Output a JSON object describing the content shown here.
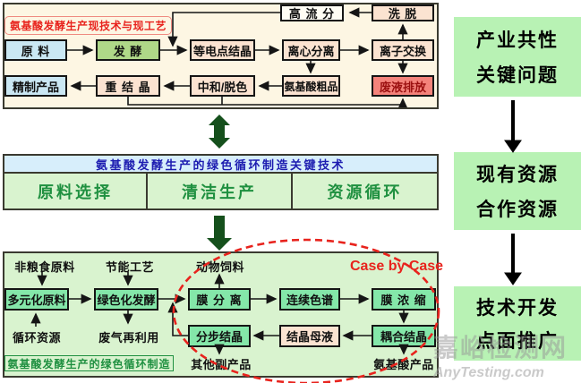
{
  "top_panel": {
    "title": "氨基酸发酵生产现技术与现工艺",
    "boxes": {
      "raw_material": "原  料",
      "fermentation": "发  酵",
      "isoelectric_crystallization": "等电点结晶",
      "centrifugal_separation": "离心分离",
      "ion_exchange": "离子交换",
      "high_flow_fraction": "高 流 分",
      "elution": "洗  脱",
      "refined_product": "精制产品",
      "recrystallization": "重 结 晶",
      "neutralization_decolor": "中和/脱色",
      "crude_amino_acid": "氨基酸粗品",
      "waste_liquid_discharge": "废液排放"
    }
  },
  "mid_panel": {
    "header": "氨基酸发酵生产的绿色循环制造关键技术",
    "cells": [
      "原料选择",
      "清洁生产",
      "资源循环"
    ]
  },
  "bottom_panel": {
    "caption": "氨基酸发酵生产的绿色循环制造",
    "case_label": "Case by Case",
    "labels": {
      "non_grain_raw": "非粮食原料",
      "energy_saving_process": "节能工艺",
      "animal_feed": "动物饲料",
      "recycled_resources": "循环资源",
      "waste_gas_reuse": "废气再利用",
      "other_byproducts": "其他副产品",
      "amino_acid_products": "氨基酸产品"
    },
    "boxes": {
      "diversified_raw": "多元化原料",
      "green_fermentation": "绿色化发酵",
      "membrane_separation": "膜 分 离",
      "continuous_chromatography": "连续色谱",
      "membrane_concentration": "膜 浓 缩",
      "fractional_crystallization": "分步结晶",
      "crystallization_mother_liquor": "结晶母液",
      "coupled_crystallization": "耦合结晶"
    }
  },
  "right_column": {
    "items": [
      {
        "line1": "产业共性",
        "line2": "关键问题"
      },
      {
        "line1": "现有资源",
        "line2": "合作资源"
      },
      {
        "line1": "技术开发",
        "line2": "点面推广"
      }
    ]
  },
  "watermark": {
    "line1": "嘉峪检测网",
    "line2": "AnyTesting.com"
  },
  "colors": {
    "top_panel_bg": "#fdf6e3",
    "blue_box": "#cae7f3",
    "fermentation_green": "#afd888",
    "pink_box": "#fbe3d1",
    "waste_red_box": "#f4837b",
    "mint_box": "#84e7a9",
    "light_green_bg": "#d9f3cf",
    "light_blue_header": "#d7eefb",
    "header_text_blue": "#1c1cb0",
    "green_text": "#1f9040",
    "dark_green_arrow": "#15501c",
    "accent_red": "#e8231d",
    "pale_green_right_box": "#b8f2b4"
  }
}
